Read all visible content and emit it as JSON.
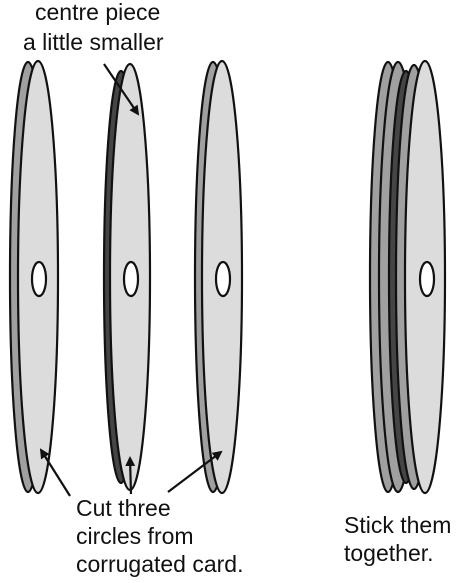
{
  "labels": {
    "centre_note": [
      "centre piece",
      "a little smaller"
    ],
    "cut_note": [
      "Cut three",
      "circles from",
      "corrugated card."
    ],
    "stick_note": [
      "Stick them",
      "together."
    ]
  },
  "colors": {
    "disc_face": "#dcdcdc",
    "disc_edge": "#a0a0a0",
    "centre_edge": "#454545",
    "outline": "#111111",
    "hole": "#ffffff"
  },
  "icons": {
    "disc": "disc-icon",
    "hole": "centre-hole-icon",
    "pointer": "arrow-icon"
  }
}
